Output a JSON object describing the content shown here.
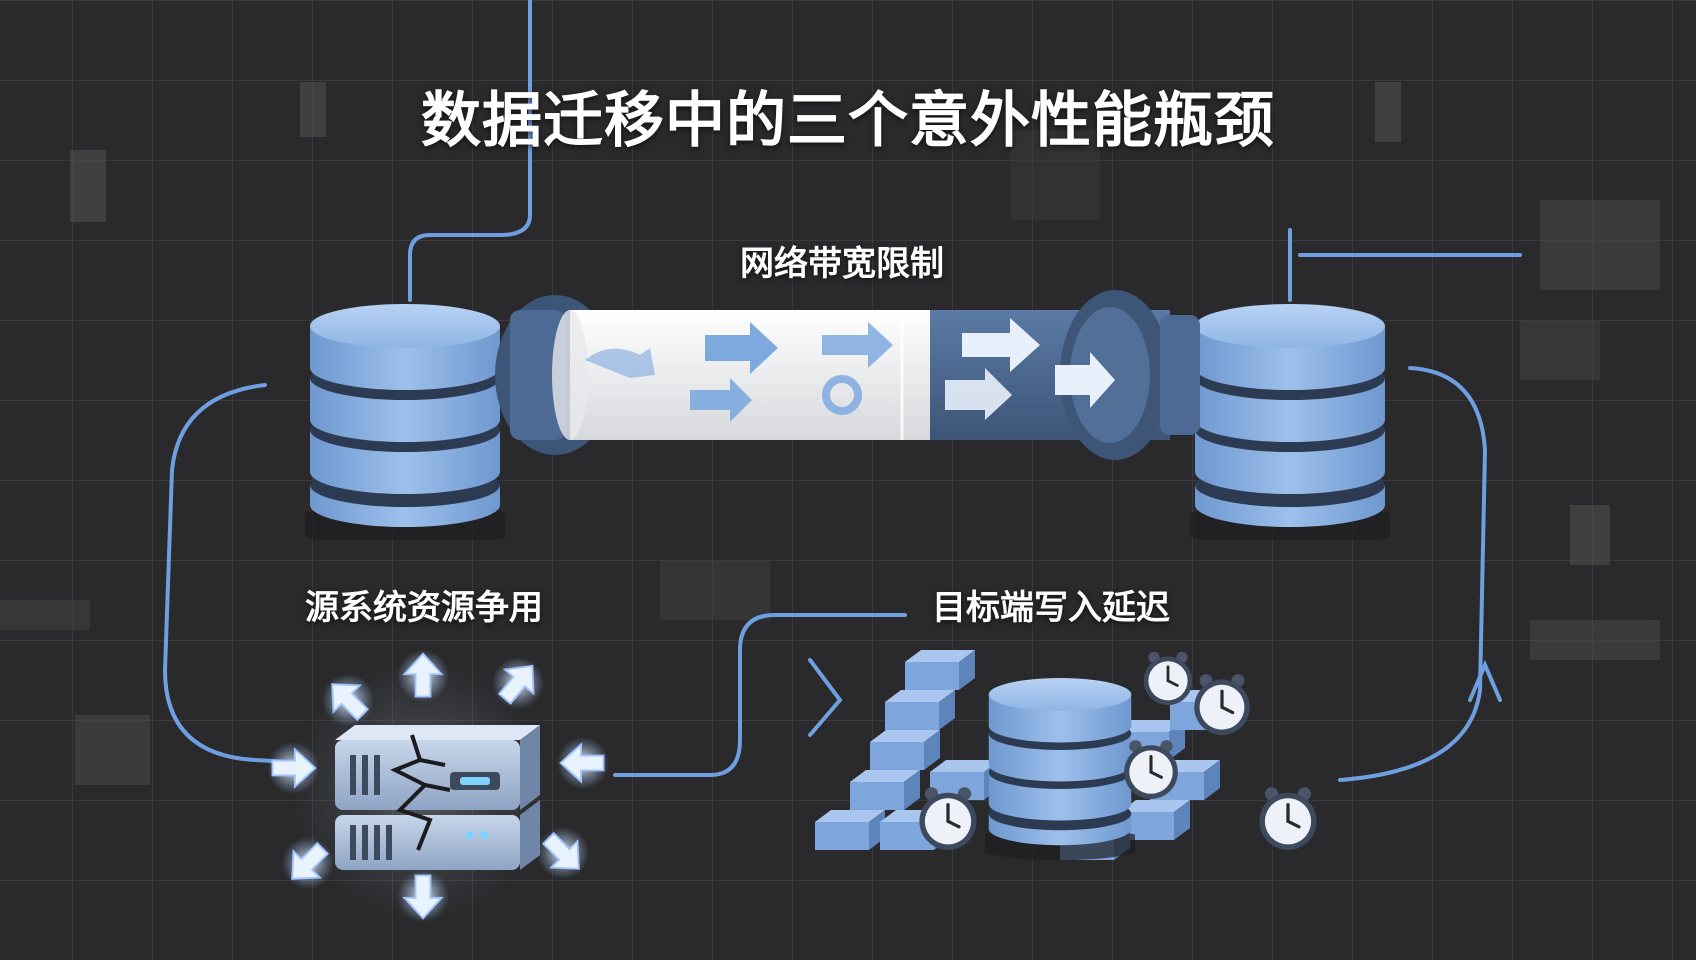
{
  "title": "数据迁移中的三个意外性能瓶颈",
  "bottlenecks": [
    {
      "label": "网络带宽限制"
    },
    {
      "label": "源系统资源争用"
    },
    {
      "label": "目标端写入延迟"
    }
  ],
  "colors": {
    "background": "#2a2a2c",
    "grid": "#4a4a4e",
    "accent_blue": "#7ea9df",
    "flow_line": "#6f9fe0",
    "dark_navy": "#3d5577",
    "text": "#ffffff"
  },
  "icons": [
    "database-icon",
    "pipe-icon",
    "server-icon",
    "clock-icon",
    "crack-icon",
    "arrow-icon"
  ]
}
